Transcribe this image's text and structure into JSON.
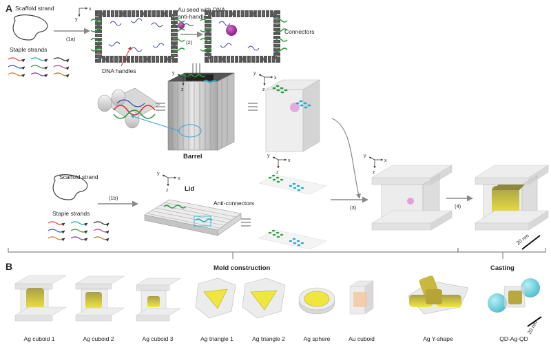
{
  "panel_labels": {
    "a": "A",
    "b": "B"
  },
  "labels": {
    "scaffold_strand_top": "Scaffold strand",
    "staple_strands_top": "Staple strands",
    "au_seed": "Au seed with DNA\nanti-handle",
    "connectors": "Connectors",
    "dna_handles": "DNA handles",
    "barrel": "Barrel",
    "scaffold_strand_bottom": "Scaffold strand",
    "staple_strands_bottom": "Staple strands",
    "lid": "Lid",
    "anti_connectors": "Anti-connectors",
    "mold_construction": "Mold construction",
    "casting": "Casting",
    "scale_a": "20 nm",
    "scale_b": "20 nm"
  },
  "steps": {
    "s1a": "(1a)",
    "s2": "(2)",
    "s1b": "(1b)",
    "s3": "(3)",
    "s4": "(4)"
  },
  "axes": {
    "x": "x",
    "y": "y",
    "z": "z"
  },
  "products": [
    "Ag cuboid 1",
    "Ag cuboid 2",
    "Ag cuboid 3",
    "Ag triangle 1",
    "Ag triangle 2",
    "Ag sphere",
    "Au cuboid",
    "Ag Y-shape",
    "QD-Ag-QD"
  ],
  "colors": {
    "silver": "#e6dc3a",
    "gold_seed": "#b03ca8",
    "connector_green": "#2ca24a",
    "connector_cyan": "#1ab0c4",
    "qd": "#6fd3e0",
    "gold_cuboid": "#f3c9a2"
  }
}
